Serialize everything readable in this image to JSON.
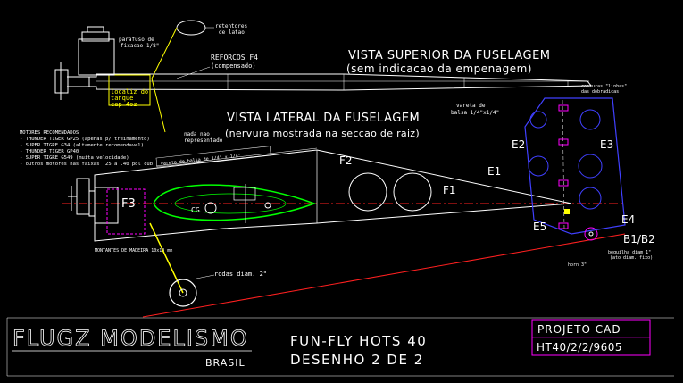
{
  "colors": {
    "background": "#000000",
    "white": "#ffffff",
    "yellow": "#ffff00",
    "green": "#00ff00",
    "blue": "#4040ff",
    "red": "#ff2020",
    "magenta": "#ff00ff",
    "cyan": "#00ffff"
  },
  "top_view": {
    "title": "VISTA SUPERIOR DA FUSELAGEM",
    "subtitle": "(sem indicacao da empenagem)",
    "tank_label_1": "localiz do",
    "tank_label_2": "tanque",
    "tank_label_3": "cap 4oz",
    "firewall_label_1": "parafuso de",
    "firewall_label_2": "fixacao 1/8\"",
    "retainer_label_1": "retentores",
    "retainer_label_2": "de latao",
    "reinforce_label_1": "REFORCOS F4",
    "reinforce_label_2": "(compensado)"
  },
  "side_view": {
    "title": "VISTA LATERAL DA FUSELAGEM",
    "subtitle": "(nervura mostrada na seccao de raiz)",
    "not_shown_1": "nada nao",
    "not_shown_2": "representado",
    "balsa_rod": "vareta de balsa de 1/4\" x 1/4\"",
    "stringer_1": "vareta de",
    "stringer_2": "balsa 1/4\"x1/4\"",
    "hinge_1": "costuras \"linhas\"",
    "hinge_2": "das dobradicas",
    "cg": "CG",
    "horn": "horn 3\"",
    "tailwheel_1": "bequilha diam 1\"",
    "tailwheel_2": "(ato diam. fixo)",
    "plywood_label": "MONTANTES DE MADEIRA 10x10 mm",
    "wheels_label": "rodas diam. 2\"",
    "parts": {
      "f1": "F1",
      "f2": "F2",
      "f3": "F3",
      "e1": "E1",
      "e2": "E2",
      "e3": "E3",
      "e4": "E4",
      "e5": "E5",
      "b1b2": "B1/B2"
    }
  },
  "engines": {
    "heading": "MOTORES RECOMENDADOS",
    "items": [
      "- THUNDER TIGER GP25 (apenas p/ treinamento)",
      "- SUPER TIGRE G34 (altamente recomendavel)",
      "- THUNDER TIGER GP40",
      "- SUPER TIGRE G549 (muita velocidade)",
      "- outros motores nas faixas .25 a .40 pol cub"
    ]
  },
  "title_block": {
    "company": "FLUGZ MODELISMO",
    "country": "BRASIL",
    "model": "FUN-FLY HOTS 40",
    "sheet": "DESENHO 2 DE 2",
    "project_label": "PROJETO CAD",
    "project_code": "HT40/2/2/9605"
  }
}
